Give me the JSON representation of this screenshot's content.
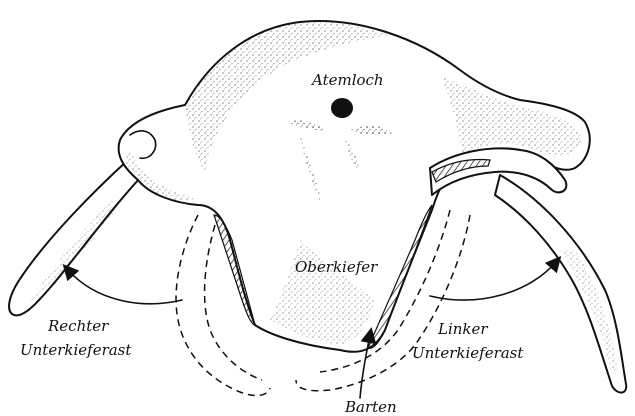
{
  "labels": {
    "atemloch": "Atemloch",
    "oberkiefer": "Oberkiefer",
    "rechter_line1": "Rechter",
    "rechter_line2": "Unterkieferast",
    "linker_line1": "Linker",
    "linker_line2": "Unterkieferast",
    "barten": "Barten"
  },
  "colors": {
    "ink": "#111111",
    "paper": "#ffffff"
  }
}
